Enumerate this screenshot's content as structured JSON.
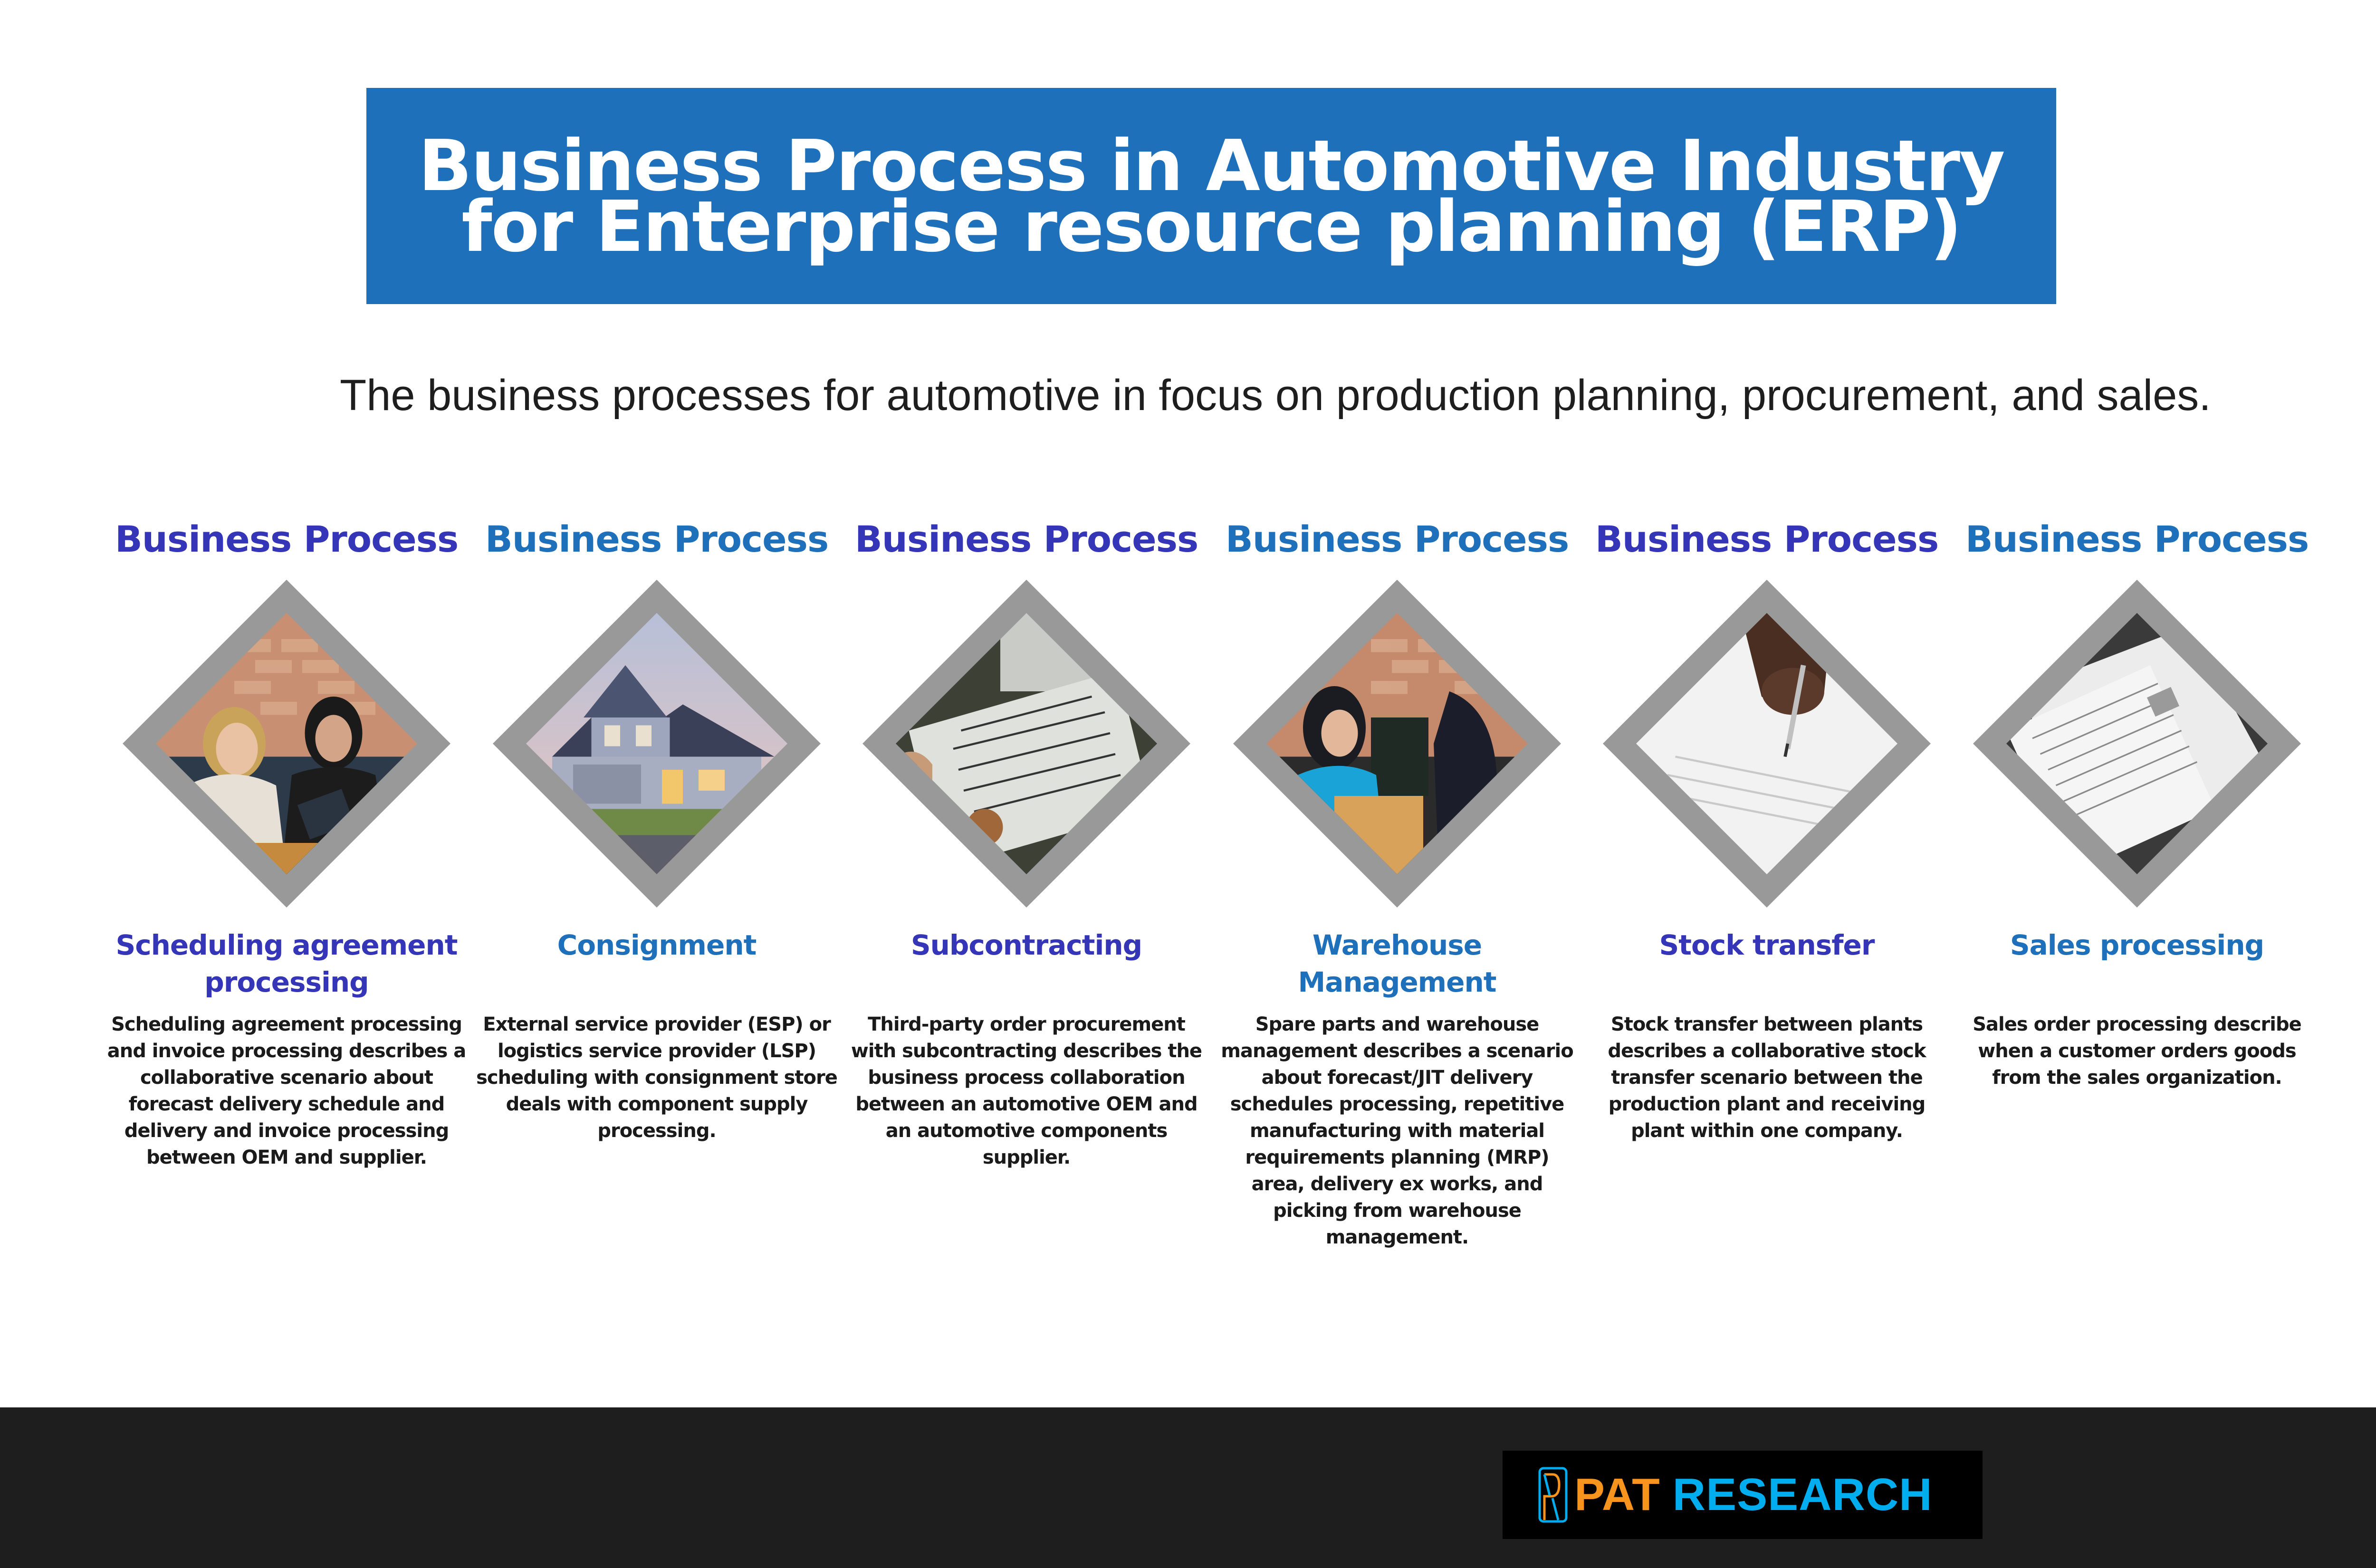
{
  "header": {
    "title_line1": "Business Process in Automotive Industry",
    "title_line2": "for Enterprise resource planning (ERP)",
    "banner_color": "#1f70ba"
  },
  "subtitle": "The business processes for automotive in focus on production planning, procurement, and sales.",
  "colors": {
    "heading_purple": "#3535b8",
    "heading_blue": "#1f70ba",
    "diamond_frame": "#999999",
    "footer_bg": "#1e1e1e",
    "logo_orange": "#f7941d",
    "logo_cyan": "#00aeef"
  },
  "processes": [
    {
      "heading": "Business Process",
      "image": "meeting-two-women-brick-wall-photo",
      "title": "Scheduling agreement processing",
      "description": "Scheduling agreement processing and invoice processing describes a collaborative scenario about forecast delivery schedule and delivery and invoice processing between OEM and supplier."
    },
    {
      "heading": "Business Process",
      "image": "house-at-dusk-photo",
      "title": "Consignment",
      "description": "External service provider (ESP) or logistics service provider (LSP) scheduling with consignment store deals with component supply processing."
    },
    {
      "heading": "Business Process",
      "image": "diploma-certificate-photo",
      "title": "Subcontracting",
      "description": "Third-party order procurement with subcontracting describes the business process collaboration between an automotive OEM and an automotive components supplier."
    },
    {
      "heading": "Business Process",
      "image": "women-at-laptop-photo",
      "title": "Warehouse Management",
      "description": "Spare parts and warehouse management describes a scenario about forecast/JIT delivery schedules processing, repetitive manufacturing with material requirements planning (MRP) area, delivery ex works, and picking from warehouse management."
    },
    {
      "heading": "Business Process",
      "image": "hand-signing-document-photo",
      "title": "Stock transfer",
      "description": "Stock transfer between plants describes a collaborative stock transfer scenario between the production plant and receiving plant within one company."
    },
    {
      "heading": "Business Process",
      "image": "tax-forms-papers-photo",
      "title": "Sales processing",
      "description": "Sales order processing describe when a customer orders goods from the sales organization."
    }
  ],
  "footer": {
    "logo_pat": "PAT",
    "logo_research": "RESEARCH"
  }
}
